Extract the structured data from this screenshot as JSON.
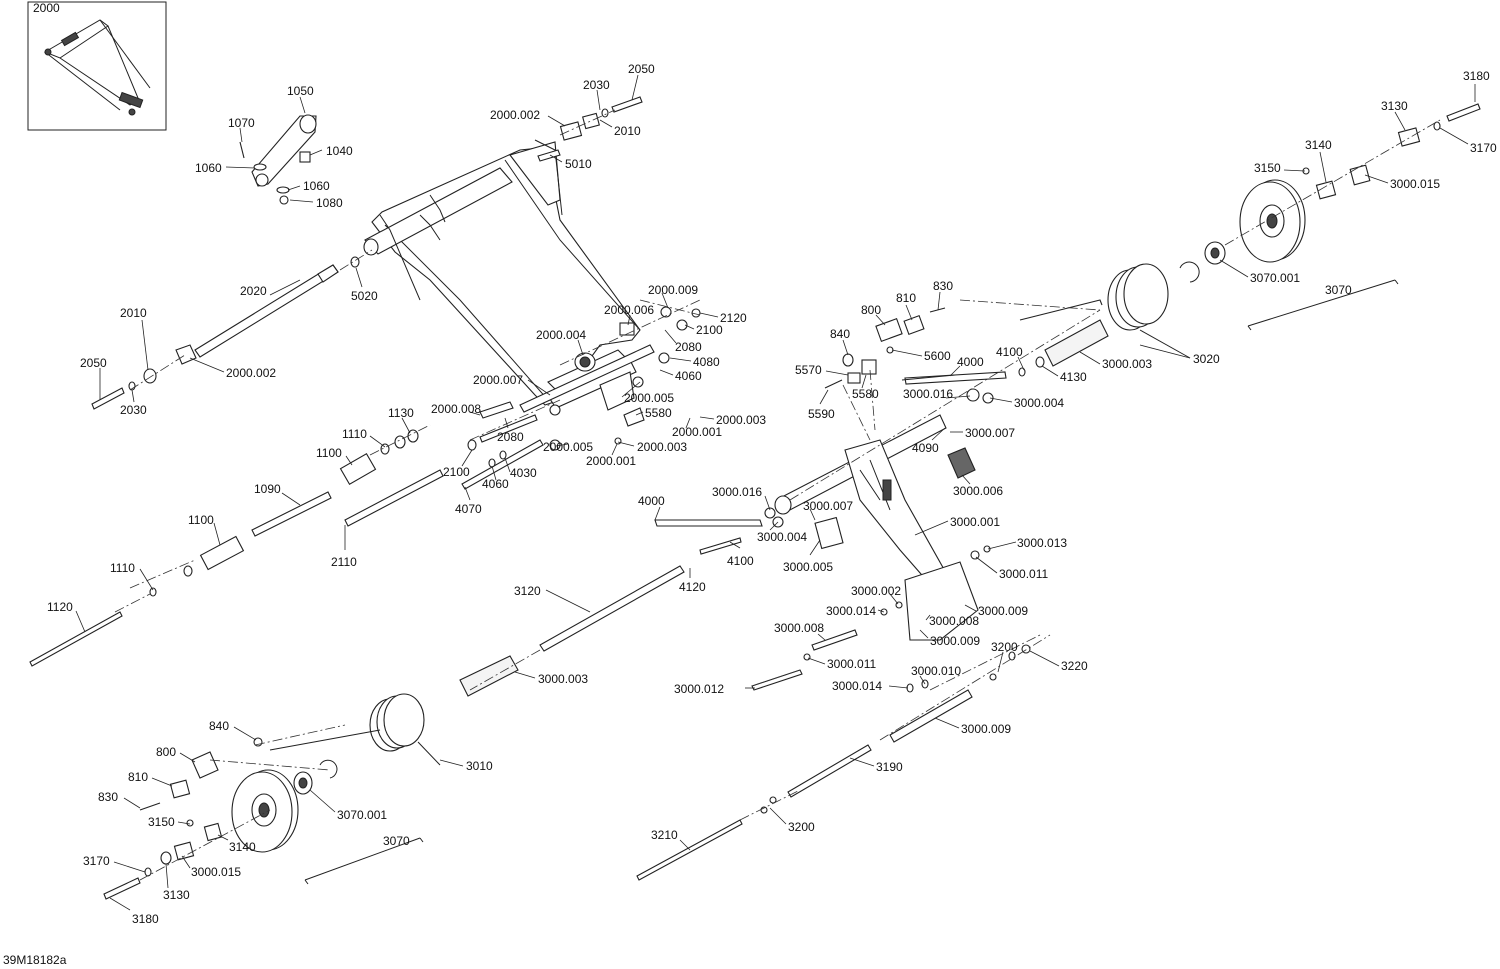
{
  "drawing": {
    "reference": "39M18182a",
    "inset_label": "2000"
  },
  "callouts": [
    "1050",
    "1070",
    "1040",
    "1060",
    "1060",
    "1080",
    "2030",
    "2050",
    "2000.002",
    "2010",
    "5010",
    "2020",
    "5020",
    "2010",
    "2050",
    "2000.002",
    "2030",
    "2000.009",
    "2000.006",
    "2120",
    "2100",
    "2000.004",
    "2080",
    "4080",
    "4060",
    "2000.007",
    "2000.005",
    "5580",
    "2000.003",
    "2000.001",
    "1130",
    "2000.008",
    "2080",
    "1110",
    "1100",
    "2000.005",
    "2000.003",
    "2100",
    "4030",
    "2000.001",
    "4060",
    "4070",
    "1090",
    "2110",
    "1100",
    "1110",
    "1120",
    "830",
    "800",
    "810",
    "840",
    "5600",
    "5570",
    "5580",
    "5590",
    "4100",
    "4000",
    "4130",
    "3000.016",
    "3000.004",
    "3000.003",
    "3020",
    "4090",
    "3000.007",
    "3000.006",
    "3180",
    "3130",
    "3170",
    "3140",
    "3150",
    "3000.015",
    "3070.001",
    "3070",
    "4000",
    "3000.016",
    "3000.007",
    "3000.004",
    "3000.005",
    "4100",
    "4120",
    "3120",
    "3000.001",
    "3000.013",
    "3000.011",
    "3000.002",
    "3000.014",
    "3000.008",
    "3000.009",
    "3000.009",
    "3000.008",
    "3000.011",
    "3000.012",
    "3000.010",
    "3000.014",
    "3200",
    "3220",
    "3000.009",
    "3000.003",
    "840",
    "800",
    "3010",
    "810",
    "830",
    "3070.001",
    "3150",
    "3140",
    "3070",
    "3190",
    "3170",
    "3000.015",
    "3130",
    "3180",
    "3200",
    "3210"
  ]
}
